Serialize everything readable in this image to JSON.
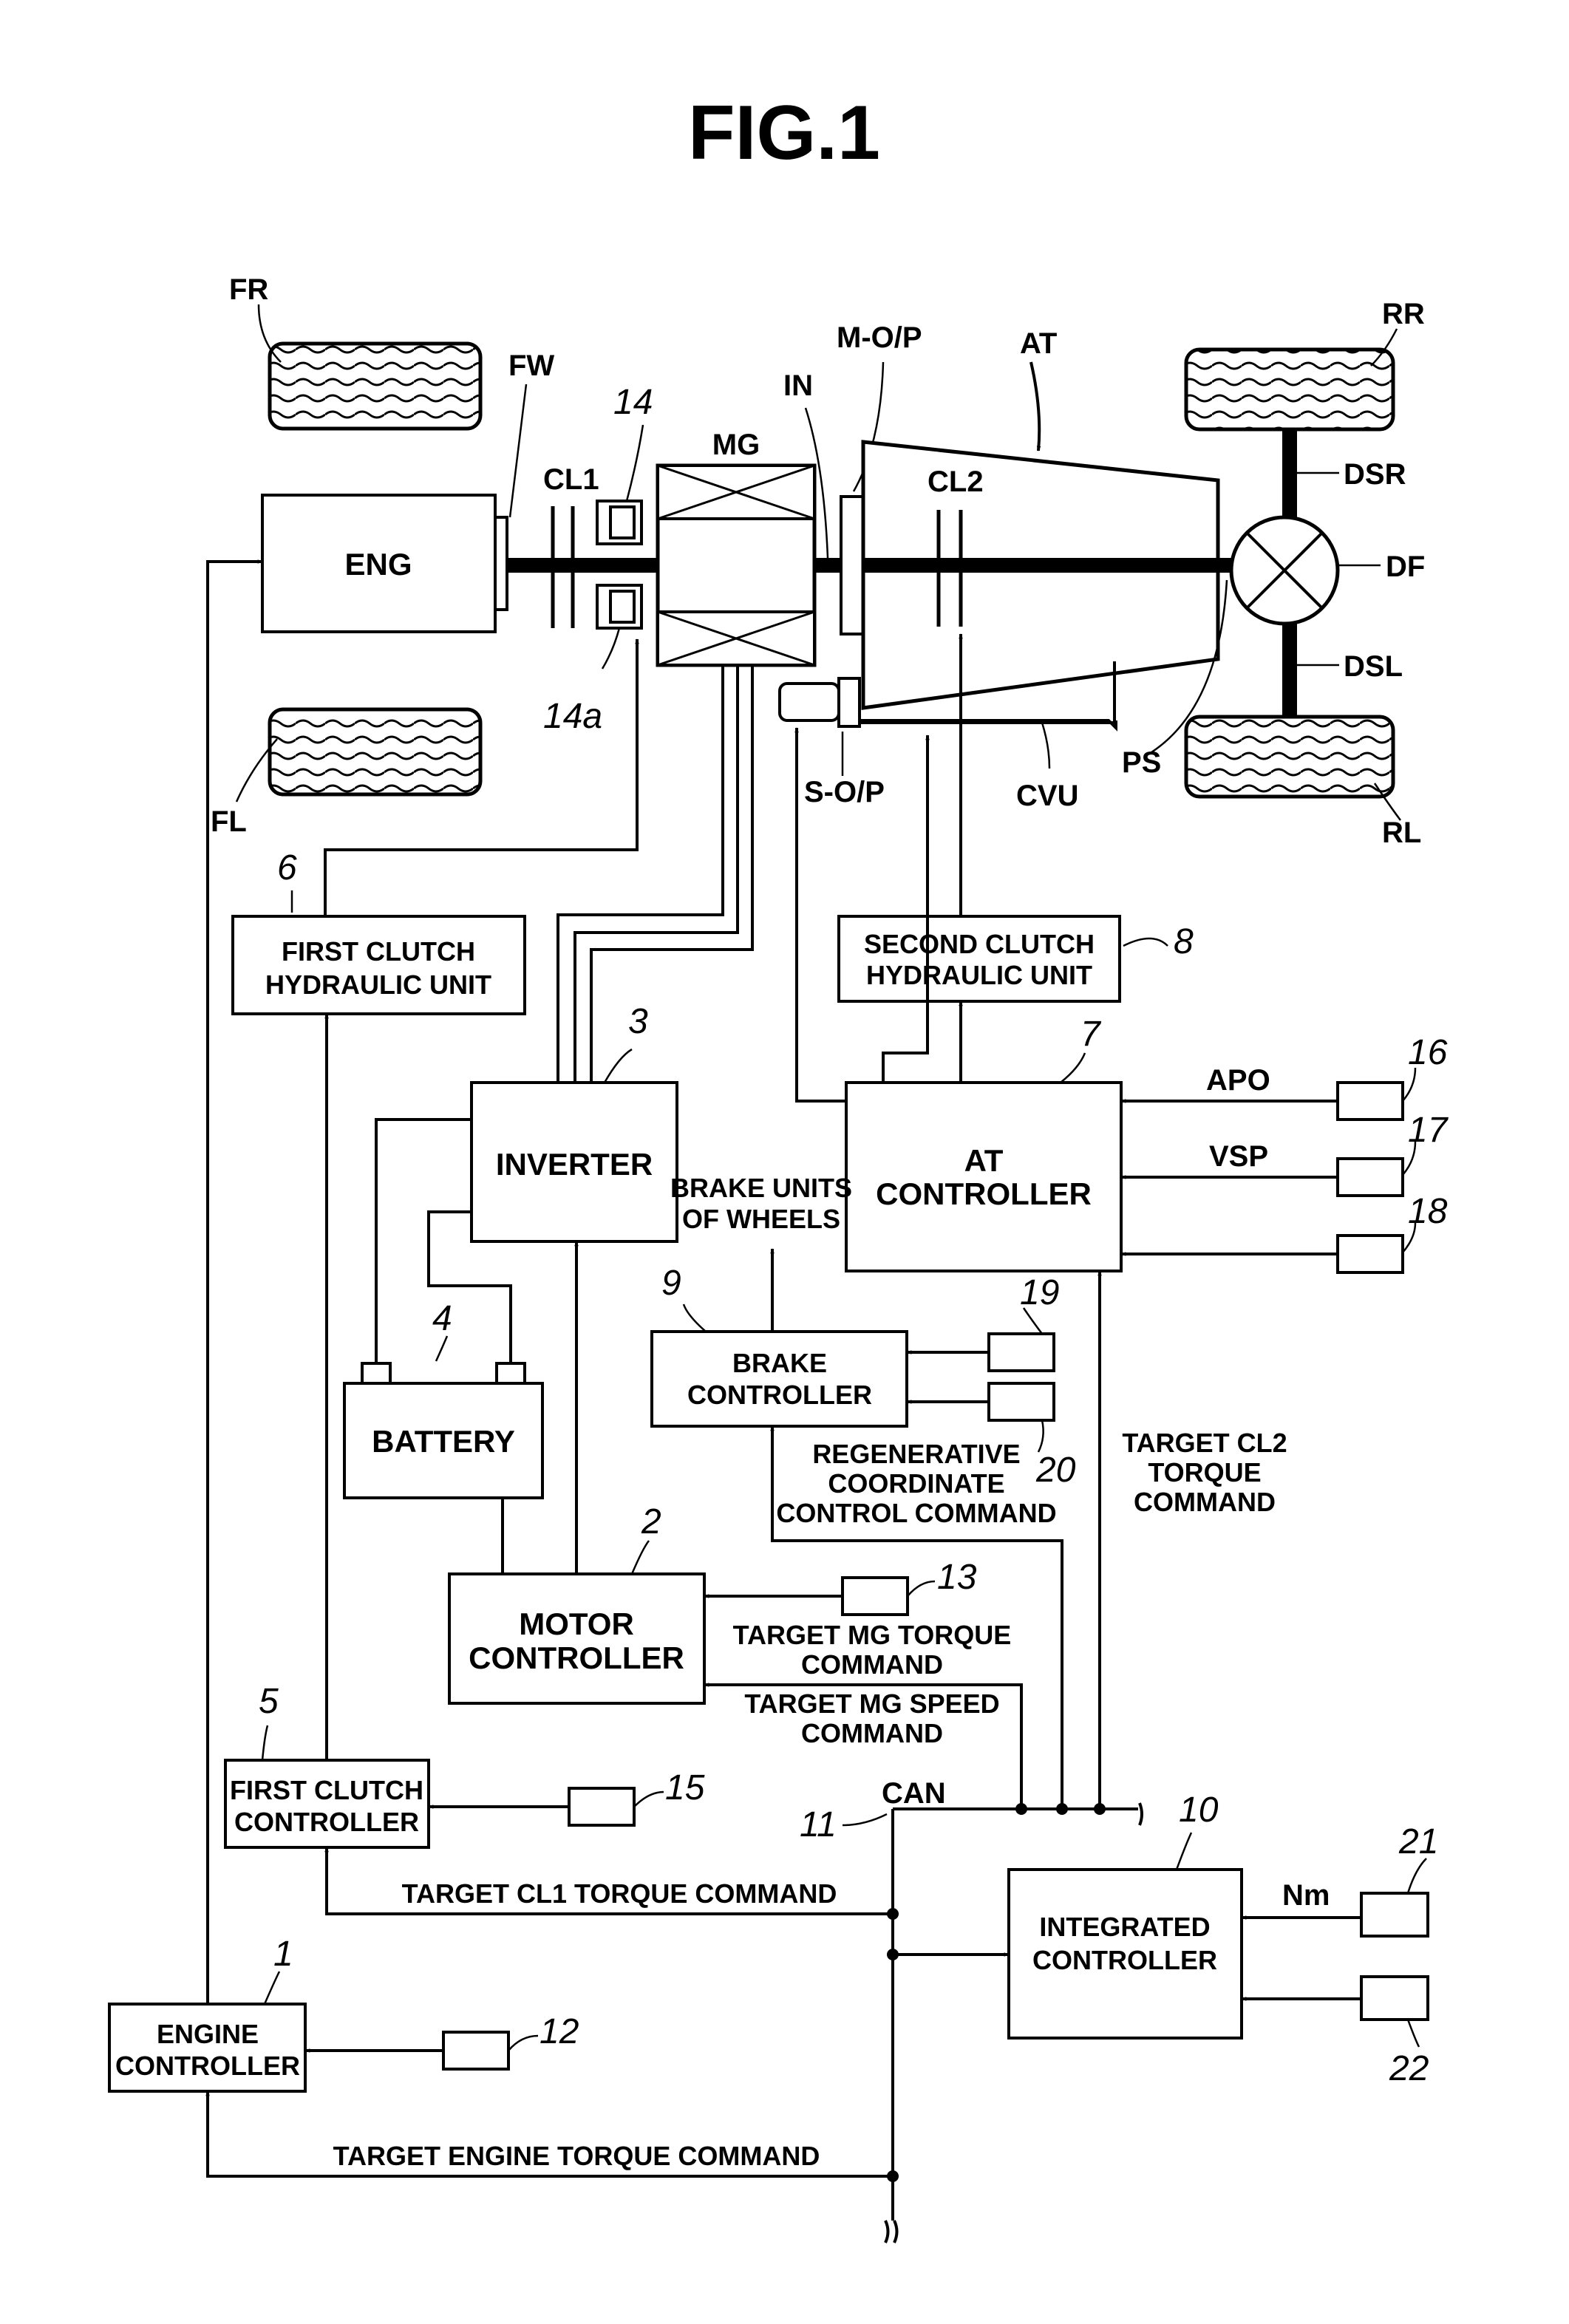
{
  "figure": {
    "title": "FIG.1"
  },
  "drivetrain": {
    "FR": "FR",
    "FL": "FL",
    "FW": "FW",
    "CL1": "CL1",
    "MG": "MG",
    "ENG": "ENG",
    "IN": "IN",
    "MOP": "M-O/P",
    "AT": "AT",
    "CL2": "CL2",
    "RR": "RR",
    "RL": "RL",
    "DSR": "DSR",
    "DSL": "DSL",
    "DF": "DF",
    "PS": "PS",
    "SOP": "S-O/P",
    "CVU": "CVU",
    "n14": "14",
    "n14a": "14a"
  },
  "blocks": {
    "first_clutch_hydraulic": {
      "l1": "FIRST CLUTCH",
      "l2": "HYDRAULIC UNIT",
      "num": "6"
    },
    "second_clutch_hydraulic": {
      "l1": "SECOND CLUTCH",
      "l2": "HYDRAULIC UNIT",
      "num": "8"
    },
    "inverter": {
      "l1": "INVERTER",
      "num": "3"
    },
    "at_controller": {
      "l1": "AT",
      "l2": "CONTROLLER",
      "num": "7"
    },
    "battery": {
      "l1": "BATTERY",
      "num": "4"
    },
    "brake_controller": {
      "l1": "BRAKE",
      "l2": "CONTROLLER",
      "num": "9"
    },
    "motor_controller": {
      "l1": "MOTOR",
      "l2": "CONTROLLER",
      "num": "2"
    },
    "first_clutch_controller": {
      "l1": "FIRST CLUTCH",
      "l2": "CONTROLLER",
      "num": "5"
    },
    "integrated_controller": {
      "l1": "INTEGRATED",
      "l2": "CONTROLLER",
      "num": "10"
    },
    "engine_controller": {
      "l1": "ENGINE",
      "l2": "CONTROLLER",
      "num": "1"
    }
  },
  "sensors": {
    "s12": "12",
    "s13": "13",
    "s15": "15",
    "s16": "16",
    "s17": "17",
    "s18": "18",
    "s19": "19",
    "s20": "20",
    "s21": "21",
    "s22": "22"
  },
  "signals": {
    "apo": "APO",
    "vsp": "VSP",
    "nm": "Nm",
    "brake_units_l1": "BRAKE UNITS",
    "brake_units_l2": "OF WHEELS",
    "regen_l1": "REGENERATIVE",
    "regen_l2": "COORDINATE",
    "regen_l3": "CONTROL COMMAND",
    "cl2_l1": "TARGET CL2",
    "cl2_l2": "TORQUE",
    "cl2_l3": "COMMAND",
    "mg_torque_l1": "TARGET MG TORQUE",
    "mg_torque_l2": "COMMAND",
    "mg_speed_l1": "TARGET MG SPEED",
    "mg_speed_l2": "COMMAND",
    "can": "CAN",
    "can_num": "11",
    "cl1_cmd": "TARGET CL1 TORQUE COMMAND",
    "engine_cmd": "TARGET ENGINE TORQUE COMMAND"
  }
}
